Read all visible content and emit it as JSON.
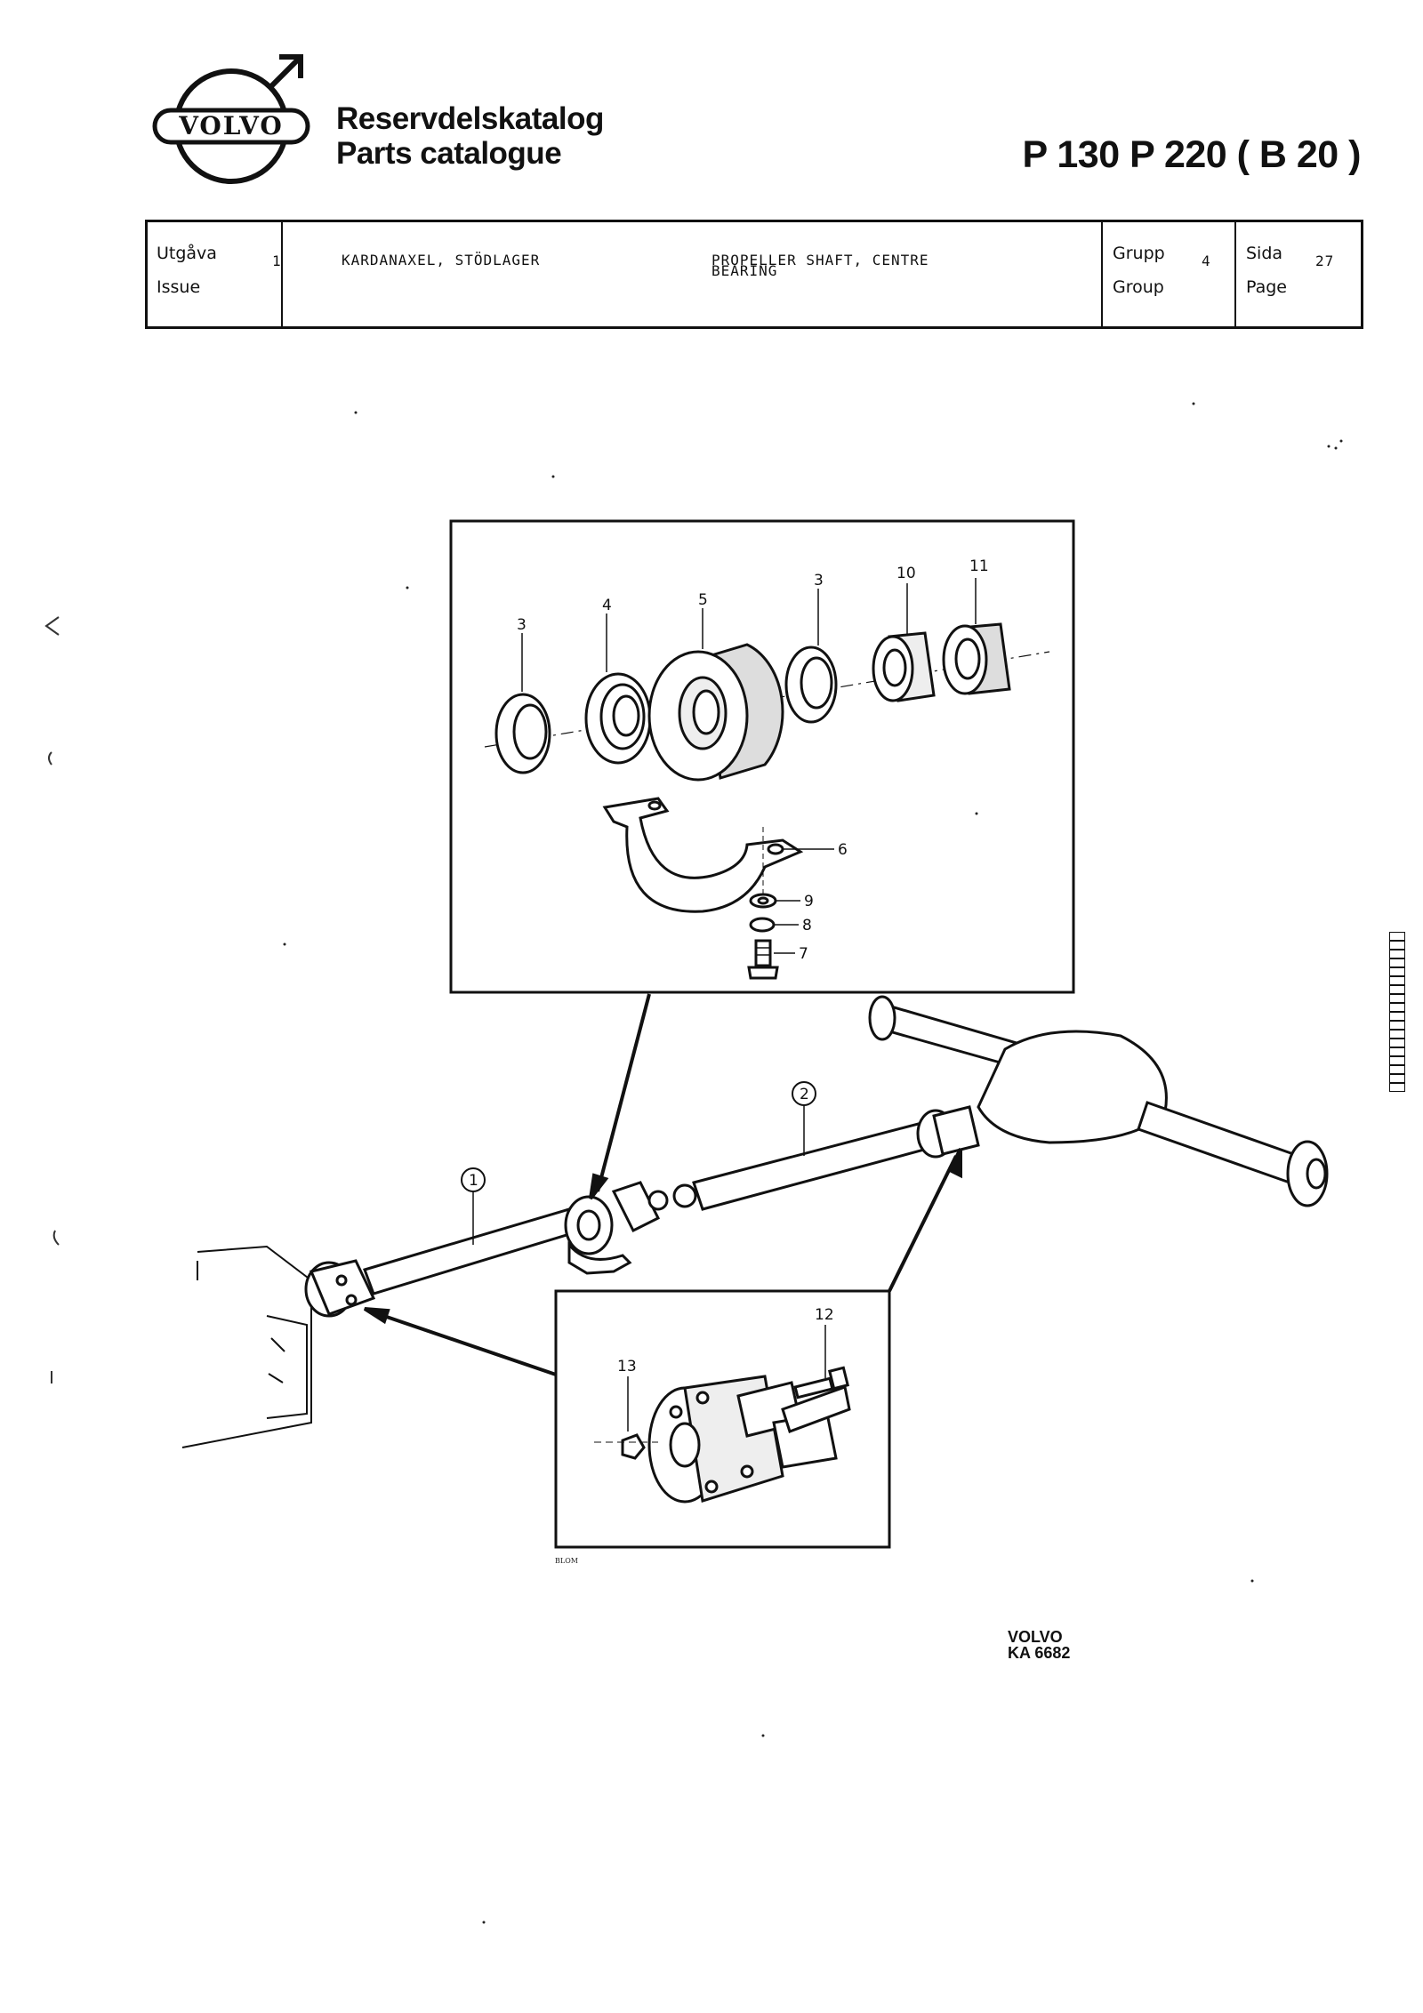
{
  "brand": {
    "logo_text": "VOLVO"
  },
  "title": {
    "sv": "Reservdelskatalog",
    "en": "Parts catalogue"
  },
  "models": "P 130   P 220 ( B 20 )",
  "header": {
    "issue_label_sv": "Utgåva",
    "issue_label_en": "Issue",
    "issue_value": "1",
    "desc_sv": "KARDANAXEL, STÖDLAGER",
    "desc_en_line1": "PROPELLER SHAFT, CENTRE",
    "desc_en_line2": "BEARING",
    "group_label_sv": "Grupp",
    "group_label_en": "Group",
    "group_value": "4",
    "page_label_sv": "Sida",
    "page_label_en": "Page",
    "page_value": "27"
  },
  "callouts": {
    "c1": "1",
    "c2": "2",
    "c3a": "3",
    "c3b": "3",
    "c4": "4",
    "c5": "5",
    "c6": "6",
    "c7": "7",
    "c8": "8",
    "c9": "9",
    "c10": "10",
    "c11": "11",
    "c12": "12",
    "c13": "13"
  },
  "artist_mark": "BLOM",
  "footer": {
    "brand": "VOLVO",
    "code": "KA 6682"
  },
  "icons": [
    "volvo-logo-icon",
    "side-thumb-tab-icon"
  ]
}
